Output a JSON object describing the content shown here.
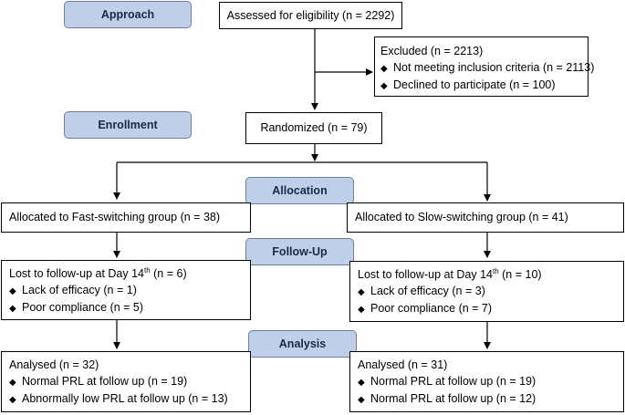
{
  "stages": {
    "approach": "Approach",
    "enrollment": "Enrollment",
    "allocation": "Allocation",
    "followup": "Follow-Up",
    "analysis": "Analysis"
  },
  "eligibility": "Assessed for eligibility (n = 2292)",
  "excluded": {
    "title": "Excluded (n = 2213)",
    "items": [
      "Not meeting inclusion criteria (n =   2113)",
      "Declined to participate (n = 100)"
    ]
  },
  "randomized": "Randomized (n = 79)",
  "allocated": {
    "fast": "Allocated to Fast-switching group (n = 38)",
    "slow": "Allocated to Slow-switching group (n = 41)"
  },
  "followup": {
    "fast": {
      "title_pre": "Lost to follow-up at Day 14",
      "title_sup": "th",
      "title_post": " (n = 6)",
      "items": [
        "Lack of efficacy (n = 1)",
        "Poor compliance (n = 5)"
      ]
    },
    "slow": {
      "title_pre": "Lost to follow-up at Day 14",
      "title_sup": "th",
      "title_post": " (n = 10)",
      "items": [
        "Lack of efficacy (n = 3)",
        "Poor compliance (n = 7)"
      ]
    }
  },
  "analysis": {
    "fast": {
      "title": "Analysed (n = 32)",
      "items": [
        "Normal PRL at follow up (n = 19)",
        "Abnormally low PRL at follow up (n = 13)"
      ]
    },
    "slow": {
      "title": "Analysed (n = 31)",
      "items": [
        "Normal PRL at follow up (n = 19)",
        "Normal PRL at follow up (n = 12)"
      ]
    }
  },
  "bullet_char": "◆"
}
